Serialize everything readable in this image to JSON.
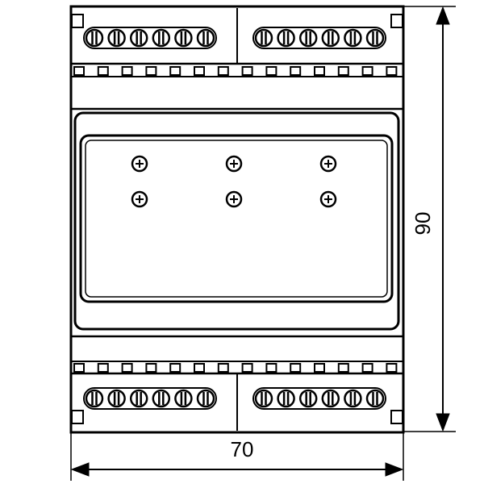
{
  "dimensions": {
    "width_label": "70",
    "height_label": "90"
  },
  "terminal_blocks": {
    "screws_per_block": 6,
    "blocks": [
      "top-left",
      "top-right",
      "bottom-left",
      "bottom-right"
    ]
  },
  "front_panel": {
    "screw_rows": 2,
    "screw_columns": 3
  },
  "colors": {
    "line": "#000000",
    "background": "#ffffff"
  }
}
